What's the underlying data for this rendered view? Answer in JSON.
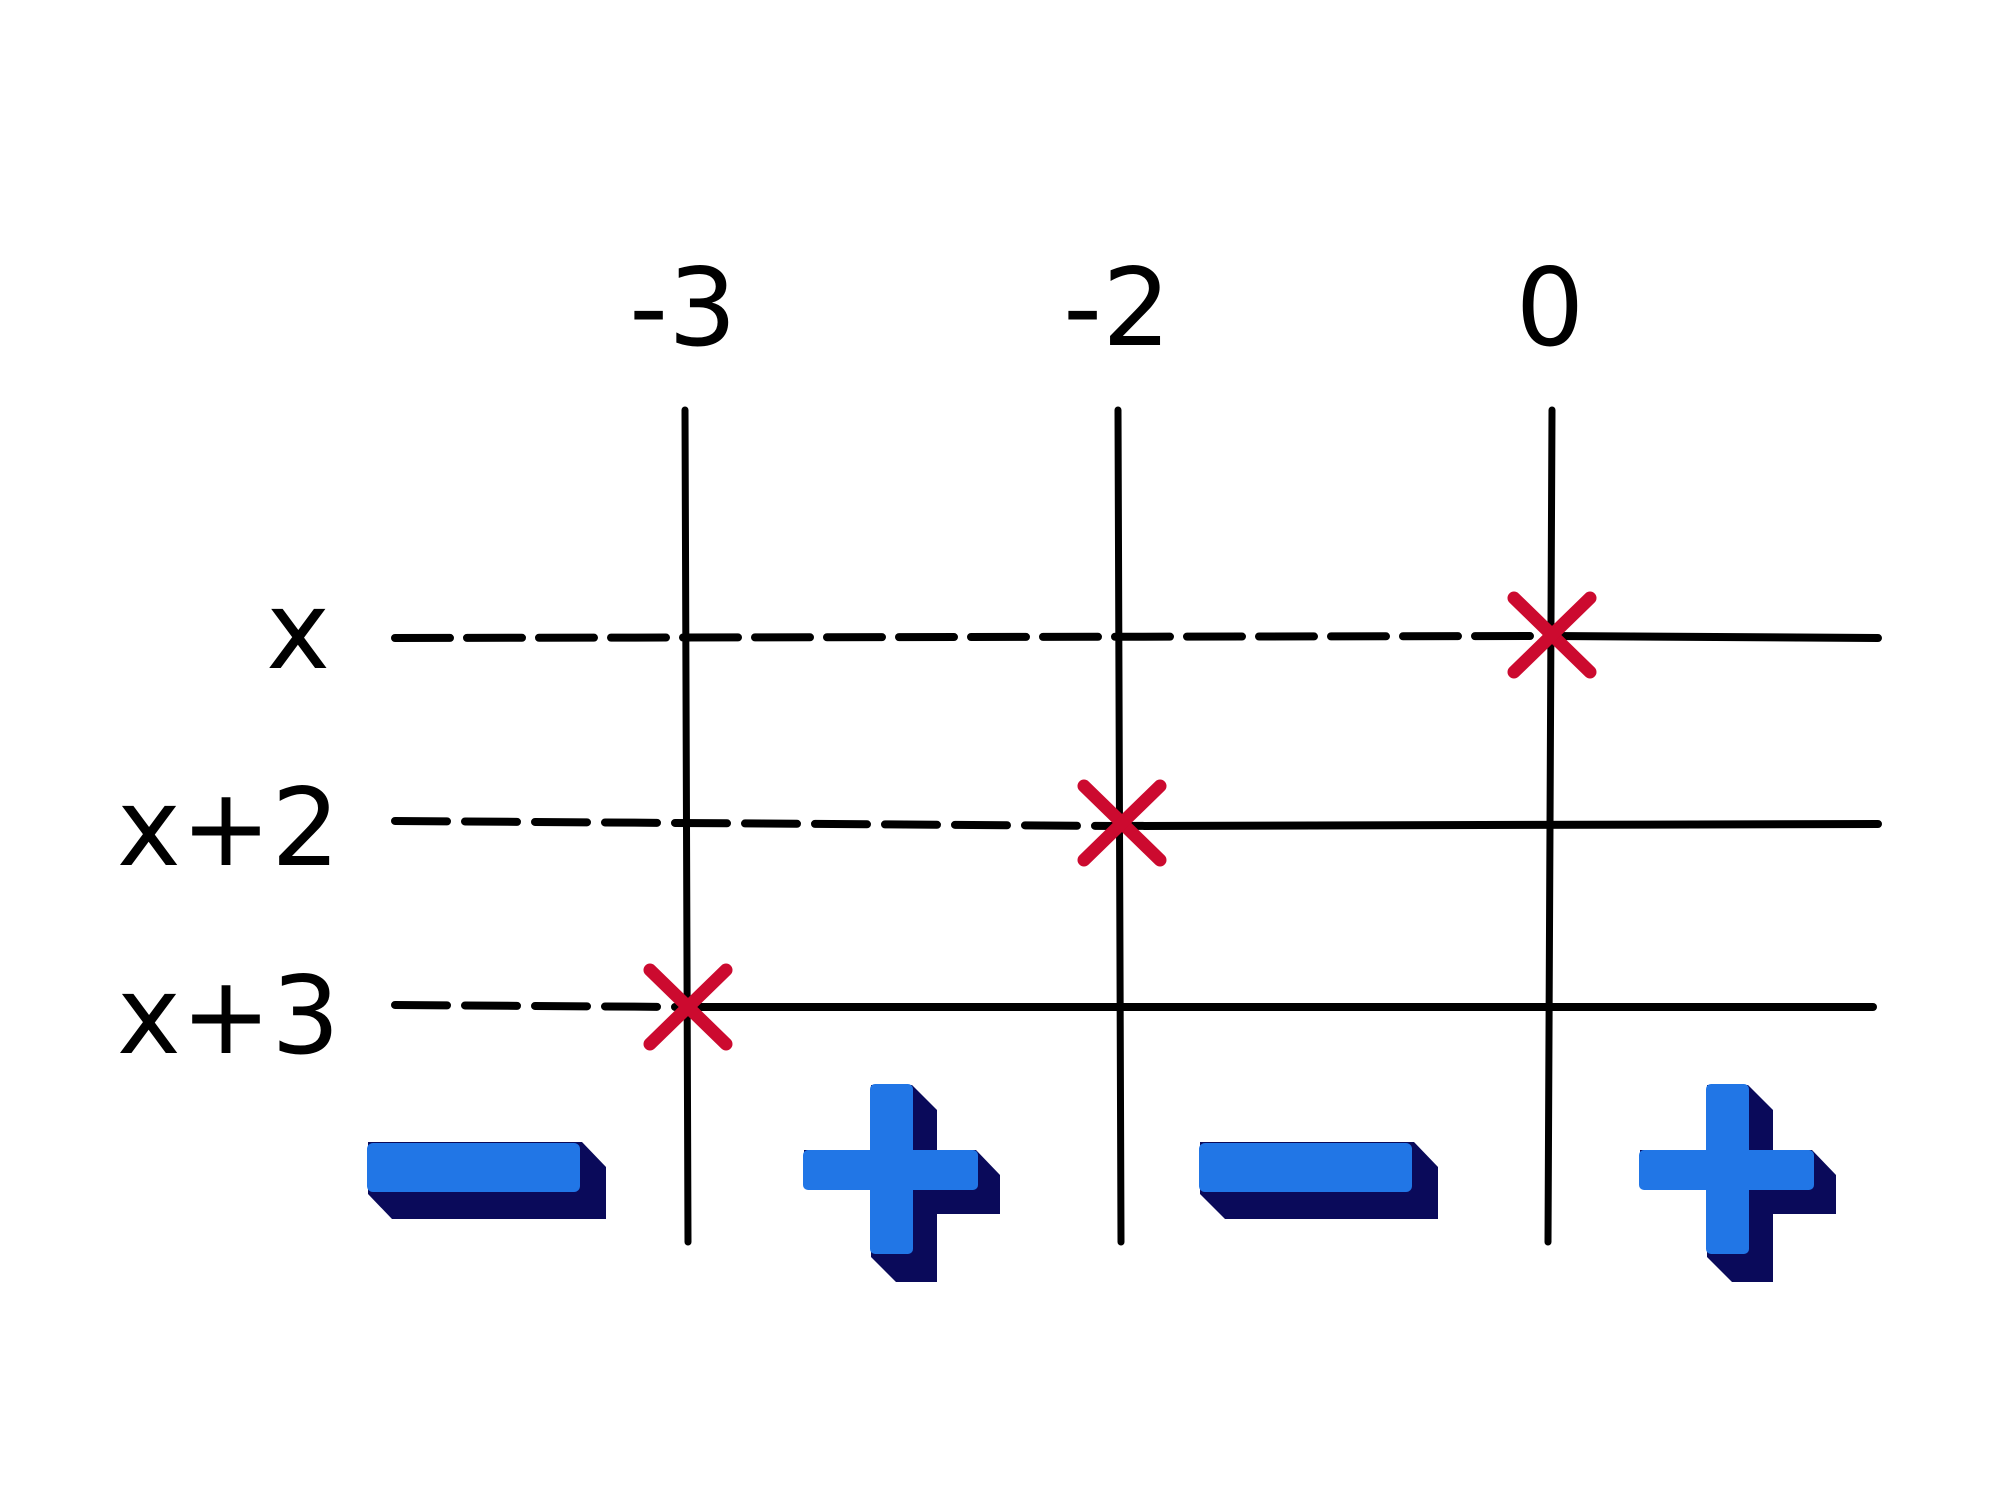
{
  "roots": [
    "-3",
    "-2",
    "0"
  ],
  "factors": [
    {
      "label": "x",
      "root": "0"
    },
    {
      "label": "x+2",
      "root": "-2"
    },
    {
      "label": "x+3",
      "root": "-3"
    }
  ],
  "interval_signs": [
    "minus",
    "plus",
    "minus",
    "plus"
  ],
  "colors": {
    "line": "#000000",
    "root_mark": "#cc0a2f",
    "sign_face": "#2176e6",
    "sign_shadow": "#0a0a5a"
  }
}
